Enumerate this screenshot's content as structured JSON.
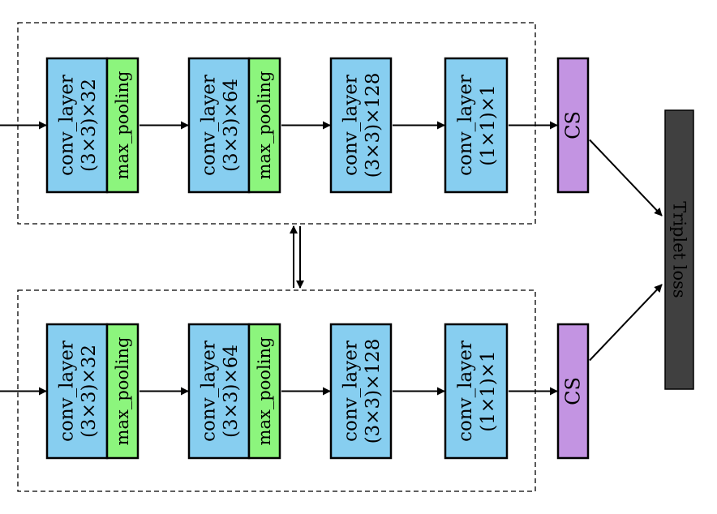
{
  "colors": {
    "conv": "#87cef0",
    "pool": "#8cf57d",
    "cs": "#c394e2",
    "loss": "#404040",
    "loss_text": "#ffffff"
  },
  "branches": [
    {
      "blocks": [
        {
          "line1": "conv_layer",
          "line2": "(3×3)×32",
          "pool": "max_pooling"
        },
        {
          "line1": "conv_layer",
          "line2": "(3×3)×64",
          "pool": "max_pooling"
        },
        {
          "line1": "conv_layer",
          "line2": "(3×3)×128"
        },
        {
          "line1": "conv_layer",
          "line2": "(1×1)×1"
        }
      ],
      "cs": "CS"
    },
    {
      "blocks": [
        {
          "line1": "conv_layer",
          "line2": "(3×3)×32",
          "pool": "max_pooling"
        },
        {
          "line1": "conv_layer",
          "line2": "(3×3)×64",
          "pool": "max_pooling"
        },
        {
          "line1": "conv_layer",
          "line2": "(3×3)×128"
        },
        {
          "line1": "conv_layer",
          "line2": "(1×1)×1"
        }
      ],
      "cs": "CS"
    }
  ],
  "loss": "Triplet loss"
}
